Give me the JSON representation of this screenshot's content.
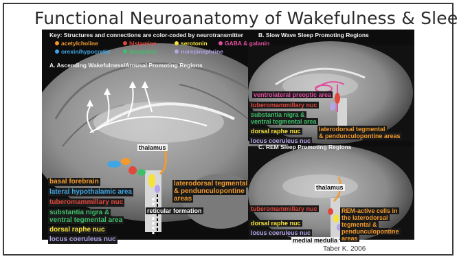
{
  "title": "Functional Neuroanatomy of Wakefulness & Sleep",
  "credit": "Taber K.  2006",
  "key": {
    "title": "Key: Structures and connections are color-coded by neurotransmitter",
    "items": [
      {
        "label": "acetylcholine",
        "color": "#f39a2c"
      },
      {
        "label": "histamine",
        "color": "#e0483c"
      },
      {
        "label": "serotonin",
        "color": "#f7e23a"
      },
      {
        "label": "GABA & galanin",
        "color": "#e24fa0"
      },
      {
        "label": "orexin/hypocretin",
        "color": "#3fa6e6"
      },
      {
        "label": "dopamine",
        "color": "#3fbf6a"
      },
      {
        "label": "norepinephrine",
        "color": "#b4a4e8"
      }
    ]
  },
  "panel_a": {
    "heading": "A. Ascending Wakefulness/Arousal Promoting Regions",
    "labels": {
      "thalamus": "thalamus",
      "basal_forebrain": "basal forebrain",
      "lateral_hypothalamic": "lateral hypothalamic area",
      "tuberomammillary": "tuberomammillary nuc",
      "substantia_nigra_1": "substantia nigra &",
      "substantia_nigra_2": "ventral tegmental area",
      "dorsal_raphe": "dorsal raphe nuc",
      "locus_coeruleus": "locus coeruleus nuc",
      "laterodorsal_1": "laterodorsal tegmental",
      "laterodorsal_2": "& pendunculopontine",
      "laterodorsal_3": "areas",
      "reticular": "reticular formation"
    }
  },
  "panel_b": {
    "heading": "B. Slow Wave Sleep Promoting Regions",
    "labels": {
      "vlpo": "ventrolateral preoptic area",
      "tuberomammillary": "tuberomammillary nuc",
      "substantia_nigra_1": "substantia nigra &",
      "substantia_nigra_2": "ventral tegmental area",
      "dorsal_raphe": "dorsal raphe nuc",
      "locus_coeruleus": "locus coeruleus nuc",
      "laterodorsal_1": "laterodorsal tegmental",
      "laterodorsal_2": "& pendunculopontine areas"
    }
  },
  "panel_c": {
    "heading": "C. REM Sleep Promoting Regions",
    "labels": {
      "thalamus": "thalamus",
      "tuberomammillary": "tuberomammillary nuc",
      "dorsal_raphe": "dorsal raphe nuc",
      "locus_coeruleus": "locus coeruleus nuc",
      "medial_medulla": "medial medulla",
      "rem_1": "REM-active cells in",
      "rem_2": "the laterodorsal",
      "rem_3": "tegmental &",
      "rem_4": "pendunculopontine",
      "rem_5": "areas"
    }
  }
}
